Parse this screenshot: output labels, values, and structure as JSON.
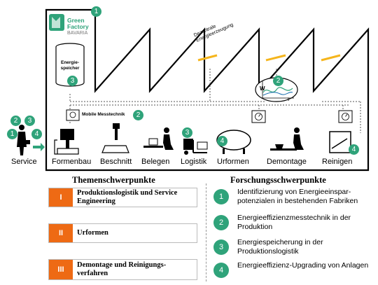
{
  "diagram": {
    "logo": {
      "line1": "Green",
      "line2": "Factory",
      "line3": "BAVARIA"
    },
    "storage_label": "Energie-\nspeicher",
    "dezentral_label_1": "Dezentrale",
    "dezentral_label_2": "Energieerzeugung",
    "mobile_label": "Mobile Messtechnik",
    "graph_axis_w": "W",
    "graph_axis_t": "t",
    "stations": [
      {
        "label": "Service"
      },
      {
        "label": "Formenbau"
      },
      {
        "label": "Beschnitt"
      },
      {
        "label": "Belegen"
      },
      {
        "label": "Logistik"
      },
      {
        "label": "Urformen"
      },
      {
        "label": "Demontage"
      },
      {
        "label": "Reinigen"
      }
    ],
    "badges": [
      "1",
      "2",
      "3",
      "2",
      "3",
      "4",
      "2",
      "3",
      "1",
      "4",
      "4"
    ]
  },
  "themen": {
    "title": "Themenschwerpunkte",
    "items": [
      {
        "num": "I",
        "text": "Produktionslogistik und Service Engineering"
      },
      {
        "num": "II",
        "text": "Urformen"
      },
      {
        "num": "III",
        "text": "Demontage und Reinigungs-verfahren"
      }
    ]
  },
  "forschung": {
    "title": "Forschungsschwerpunkte",
    "items": [
      {
        "num": "1",
        "text": "Identifizierung von Energieeinspar-potenzialen in bestehenden Fabriken"
      },
      {
        "num": "2",
        "text": "Energieeffizienzmesstechnik in der Produktion"
      },
      {
        "num": "3",
        "text": "Energiespeicherung in der Produktionslogistik"
      },
      {
        "num": "4",
        "text": "Energieeffizienz-Upgrading von Anlagen"
      }
    ]
  },
  "colors": {
    "green": "#2fa37a",
    "orange": "#ee6a14",
    "yellow": "#f5b51c"
  }
}
